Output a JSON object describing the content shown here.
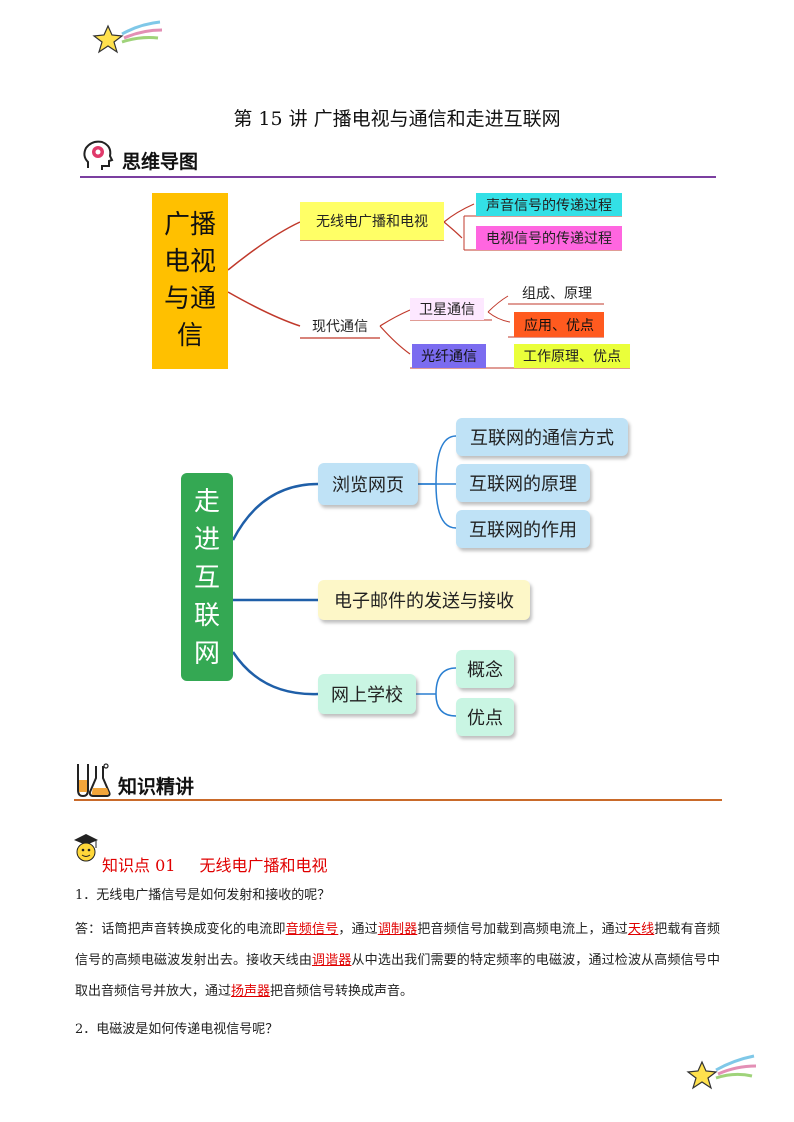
{
  "header": {
    "title": "第 15 讲  广播电视与通信和走进互联网"
  },
  "section_mindmap": {
    "label": "思维导图",
    "icon": "head-brain-icon",
    "rule_color": "#7b3fa0"
  },
  "mindmap1": {
    "root": [
      "广播",
      "电视",
      "与通",
      "信"
    ],
    "wireless": "无线电广播和电视",
    "sound_process": "声音信号的传递过程",
    "tv_process": "电视信号的传递过程",
    "modern": "现代通信",
    "satellite": "卫星通信",
    "sat_composition": "组成、原理",
    "sat_application": "应用、优点",
    "fiber": "光纤通信",
    "fiber_principle": "工作原理、优点"
  },
  "mindmap2": {
    "root": [
      "走",
      "进",
      "互",
      "联",
      "网"
    ],
    "browse": "浏览网页",
    "net_comm": "互联网的通信方式",
    "net_principle": "互联网的原理",
    "net_use": "互联网的作用",
    "email": "电子邮件的发送与接收",
    "online_school": "网上学校",
    "concept": "概念",
    "advantage": "优点"
  },
  "section_knowledge": {
    "label": "知识精讲",
    "icon": "flask-icon",
    "rule_color": "#c96a2a"
  },
  "point1": {
    "heading_num": "知识点 01",
    "heading_text": "无线电广播和电视",
    "q1": "1．无线电广播信号是如何发射和接收的呢？",
    "a_prefix": "答：话筒把声音转换成变化的电流即",
    "k1": "音频信号",
    "a_mid1": "，通过",
    "k2": "调制器",
    "a_mid2": "把音频信号加载到高频电流上，通过",
    "k3": "天线",
    "a_mid3": "把载有音频信号的高频电磁波发射出去。接收天线由",
    "k4": "调谐器",
    "a_mid4": "从中选出我们需要的特定频率的电磁波，通过检波从高频信号中取出音频信号并放大，通过",
    "k5": "扬声器",
    "a_end": "把音频信号转换成声音。",
    "q2": "2．电磁波是如何传递电视信号呢？"
  },
  "decor": {
    "top_star": "star-icon",
    "bottom_star": "star-icon"
  }
}
